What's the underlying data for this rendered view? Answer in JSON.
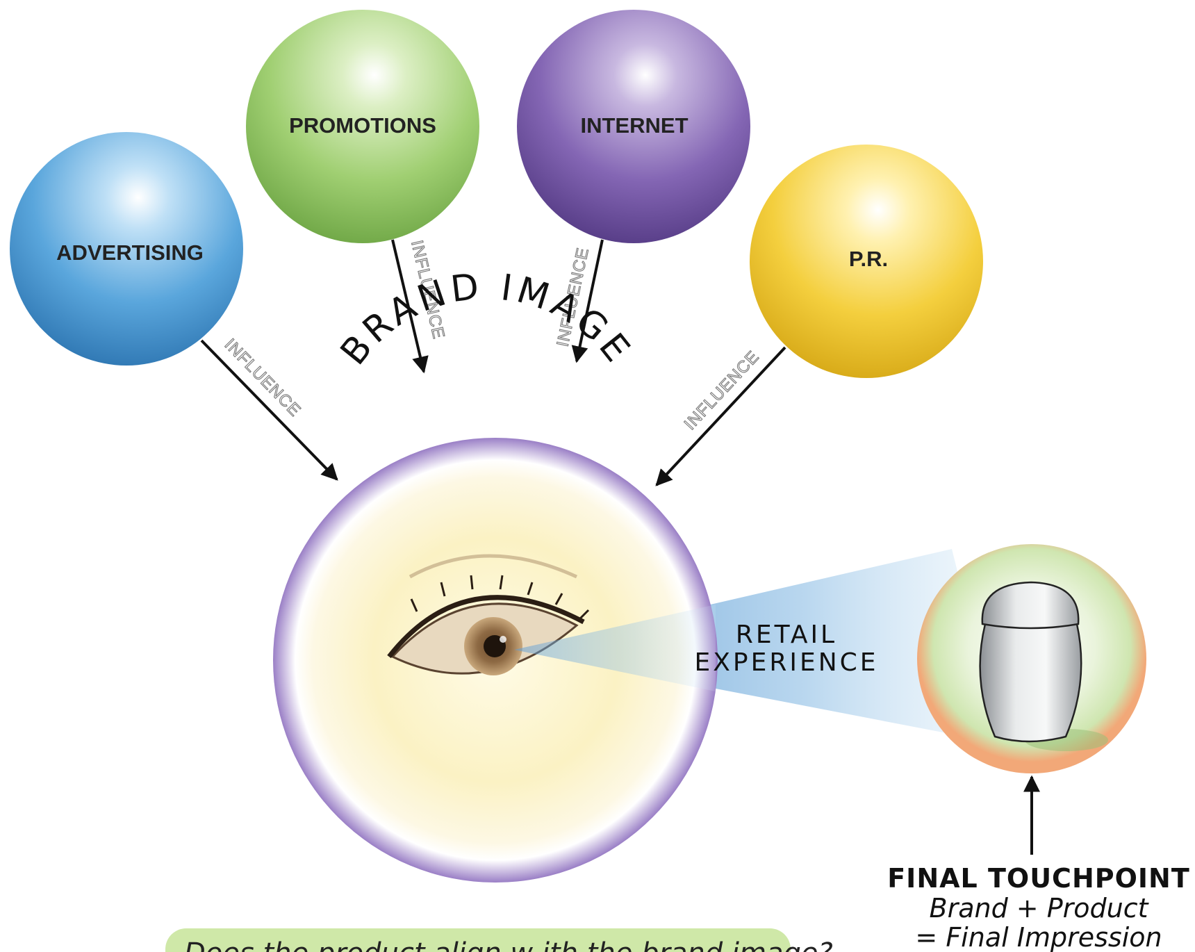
{
  "influencers": [
    {
      "label": "ADVERTISING",
      "color": "#3f8fcc"
    },
    {
      "label": "PROMOTIONS",
      "color": "#8cc25a"
    },
    {
      "label": "INTERNET",
      "color": "#6b4d98"
    },
    {
      "label": "P.R.",
      "color": "#e8bc22"
    }
  ],
  "influence_label": "INFLUENCE",
  "brand_image_label": "BRAND IMAGE",
  "retail_experience": {
    "line1": "RETAIL",
    "line2": "EXPERIENCE"
  },
  "final_touchpoint": {
    "title": "FINAL TOUCHPOINT",
    "line1": "Brand + Product",
    "line2": "= Final Impression"
  },
  "question": "Does the product align w ith the brand image?",
  "colors": {
    "brand_ring": "#a48ccc",
    "touchpoint_ring": "#f0a878",
    "beam": "#7eb2dc",
    "question_bg": "#cfe8a8"
  }
}
